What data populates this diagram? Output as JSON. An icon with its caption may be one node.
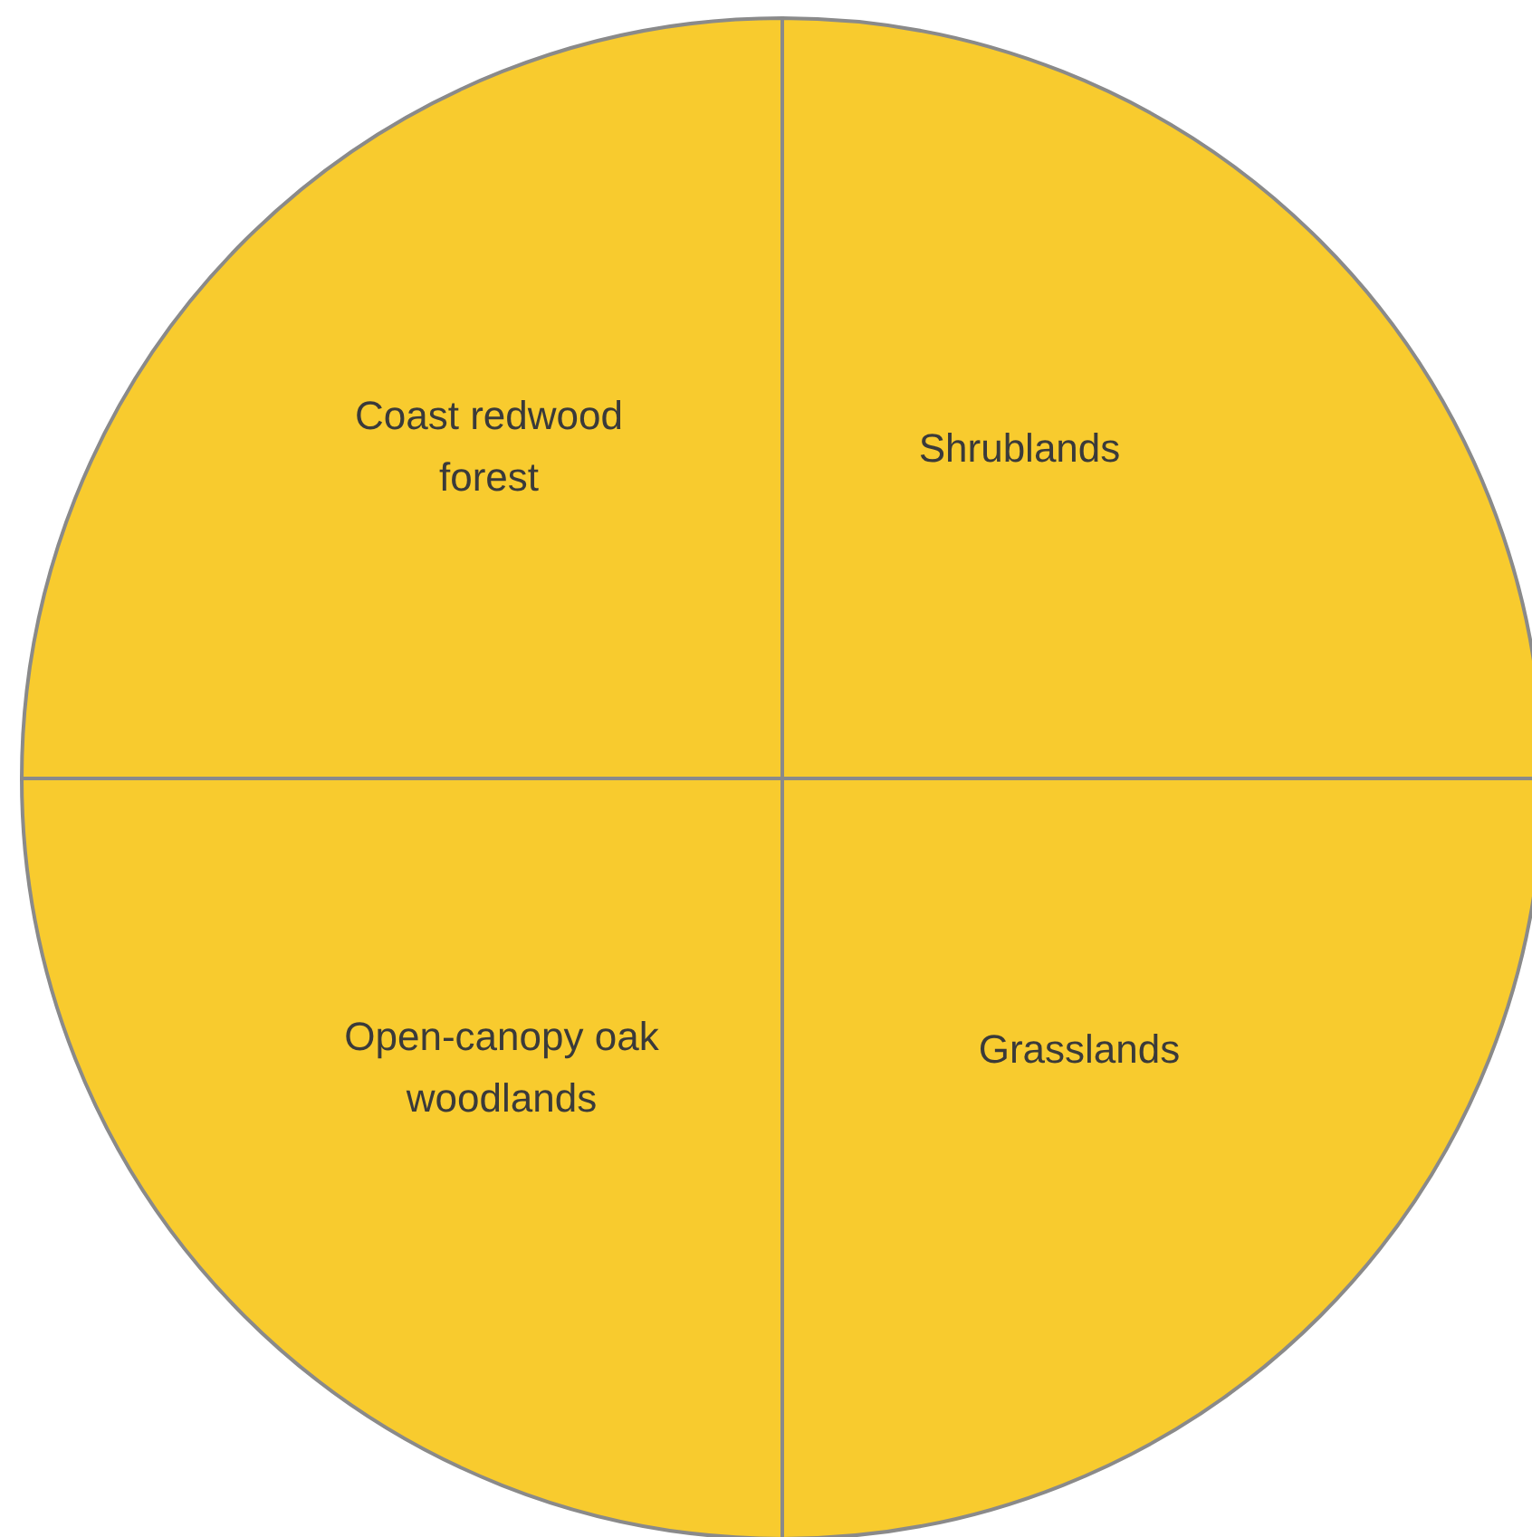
{
  "diagram": {
    "nodes": [
      {
        "text": [
          "Coast redwood forest"
        ]
      },
      {
        "text": [
          "Shrublands"
        ]
      },
      {
        "text": [
          "Open-canopy oak woodlands"
        ]
      },
      {
        "text": [
          "Grasslands"
        ]
      }
    ]
  }
}
